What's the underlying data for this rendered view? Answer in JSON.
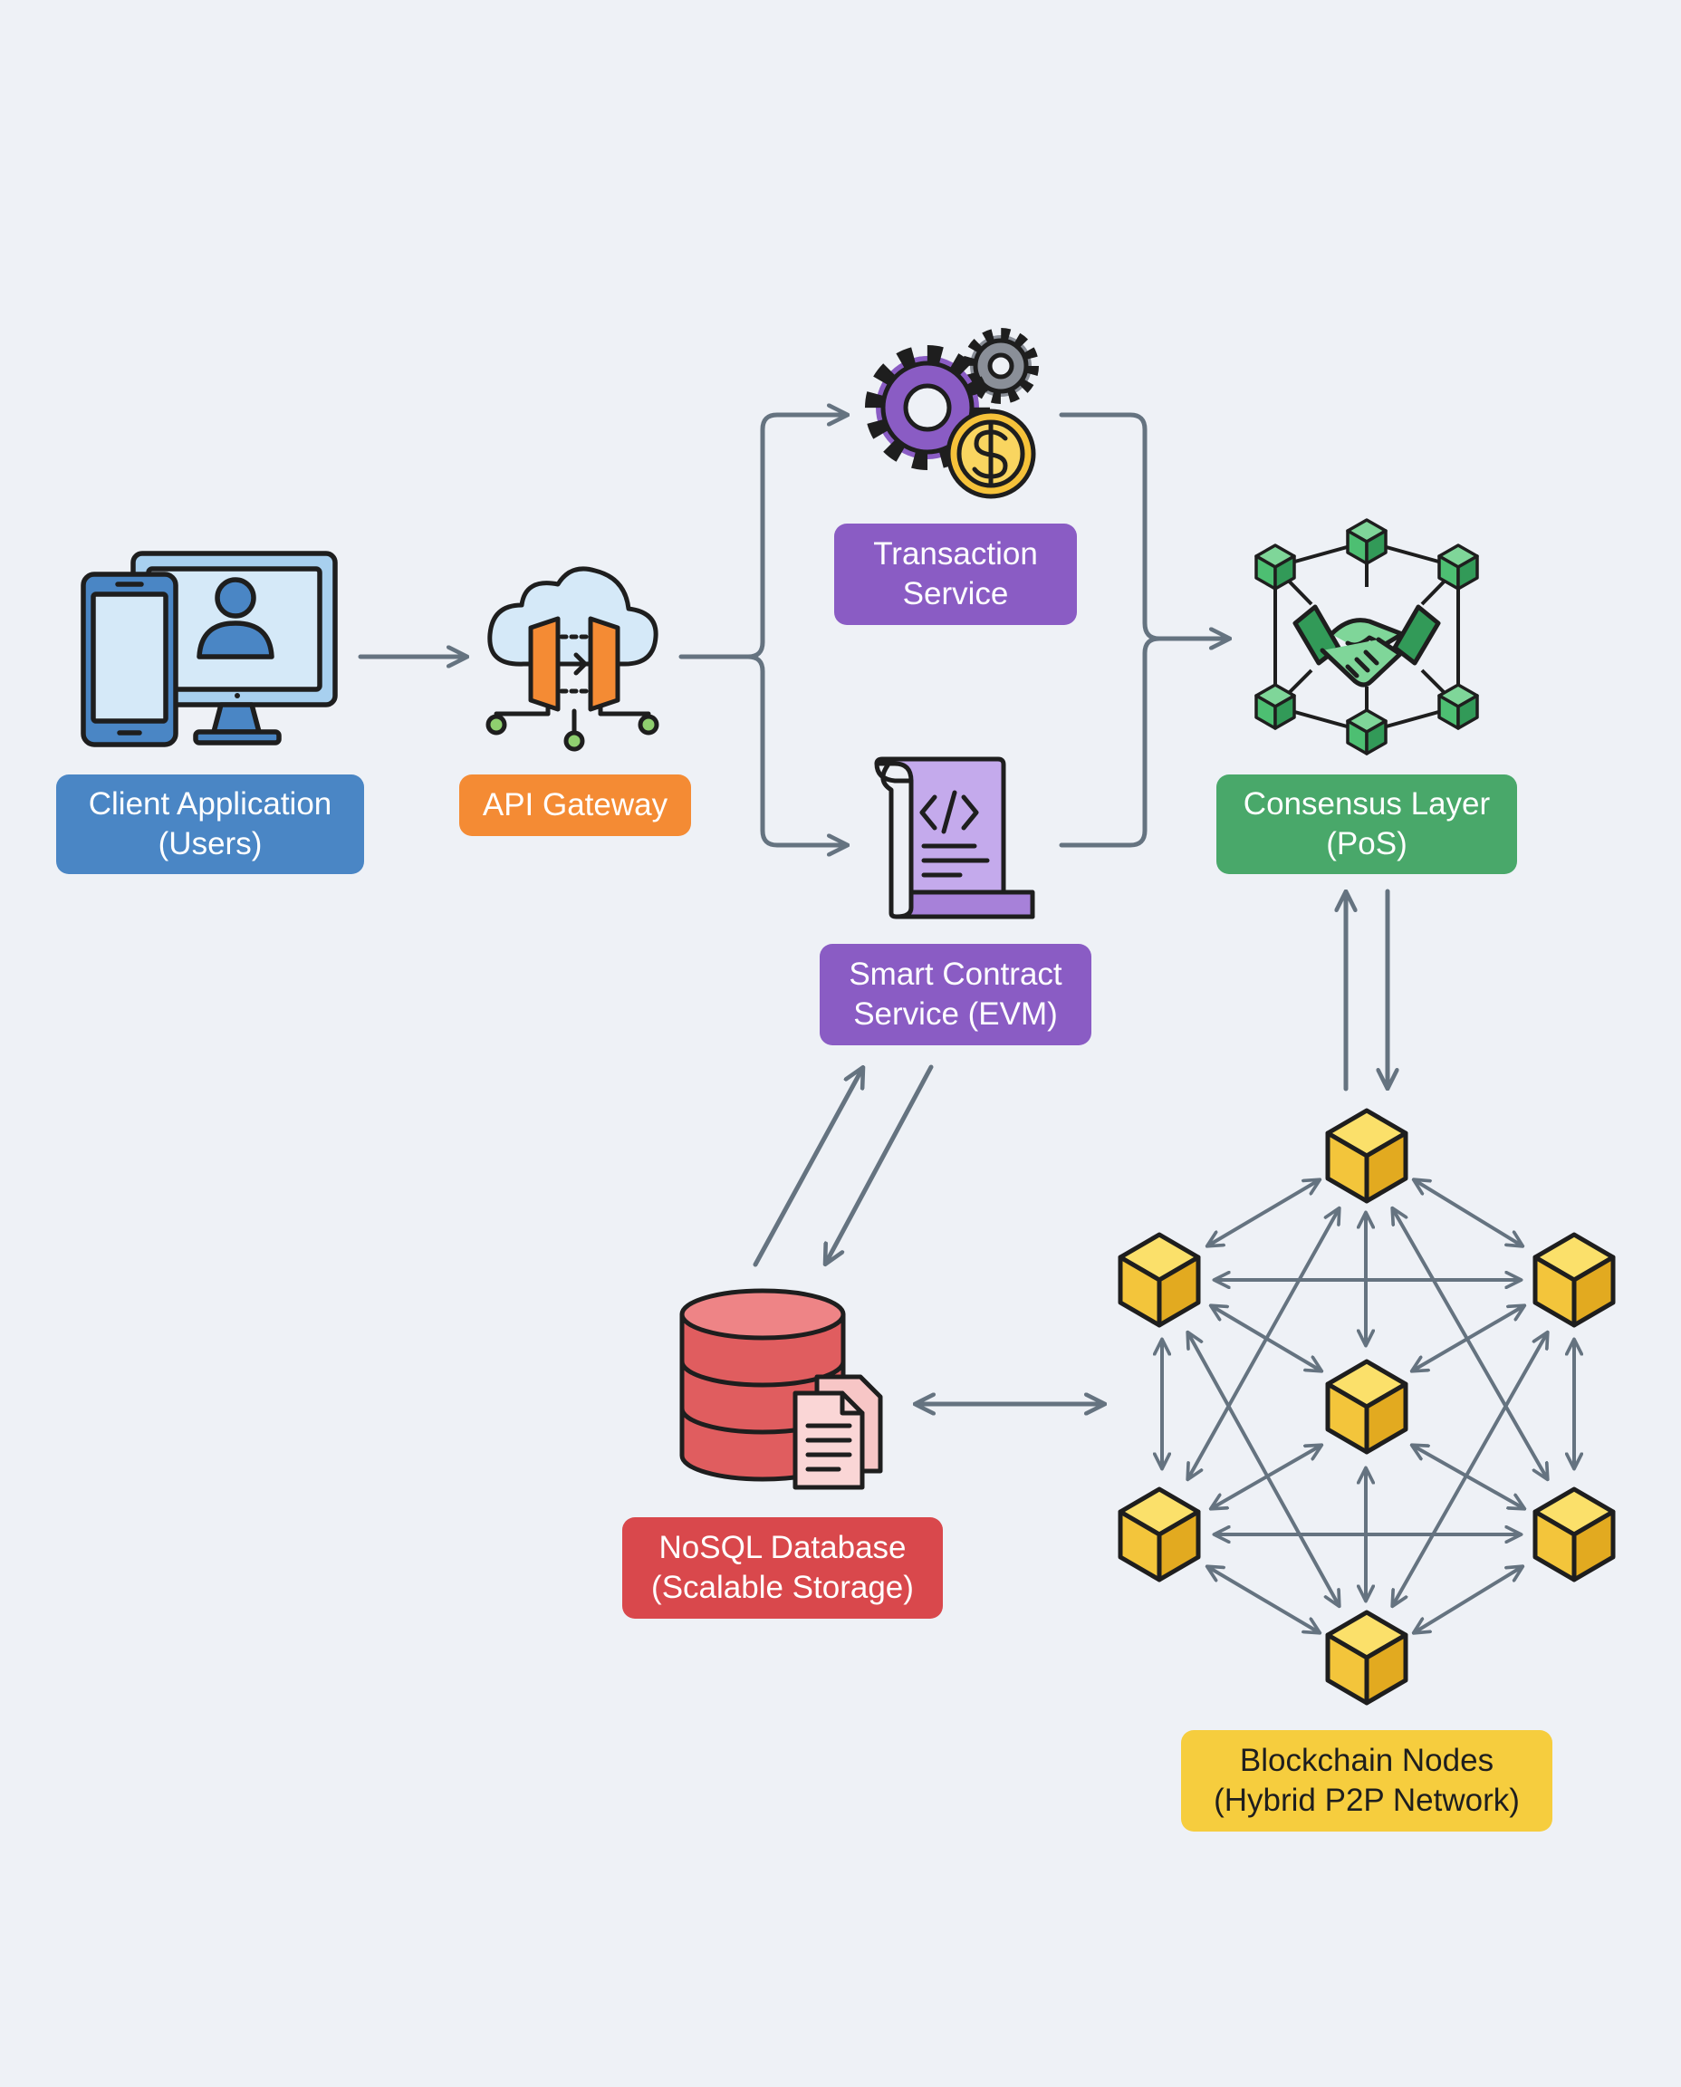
{
  "colors": {
    "background": "#eef1f6",
    "arrow": "#657380",
    "client": "#4a86c5",
    "gateway": "#f48b34",
    "service": "#8a5cc4",
    "consensus": "#49a86a",
    "database": "#d9484c",
    "nodes": "#f6cd3e"
  },
  "nodes": {
    "client": {
      "line1": "Client Application",
      "line2": "(Users)",
      "icon": "desktop-and-phone-user-icon"
    },
    "api_gateway": {
      "line1": "API Gateway",
      "icon": "cloud-gateway-icon"
    },
    "transaction": {
      "line1": "Transaction",
      "line2": "Service",
      "icon": "gears-and-coin-icon"
    },
    "smart_contract": {
      "line1": "Smart Contract",
      "line2": "Service (EVM)",
      "icon": "code-scroll-icon"
    },
    "consensus": {
      "line1": "Consensus Layer",
      "line2": "(PoS)",
      "icon": "handshake-network-icon"
    },
    "database": {
      "line1": "NoSQL Database",
      "line2": "(Scalable Storage)",
      "icon": "database-documents-icon"
    },
    "blockchain": {
      "line1": "Blockchain Nodes",
      "line2": "(Hybrid P2P Network)",
      "icon": "cube-mesh-network-icon"
    }
  },
  "connections": [
    {
      "from": "client",
      "to": "api_gateway",
      "direction": "one-way"
    },
    {
      "from": "api_gateway",
      "to": "transaction",
      "direction": "one-way"
    },
    {
      "from": "api_gateway",
      "to": "smart_contract",
      "direction": "one-way"
    },
    {
      "from": "transaction",
      "to": "consensus",
      "direction": "one-way"
    },
    {
      "from": "smart_contract",
      "to": "consensus",
      "direction": "one-way"
    },
    {
      "from": "consensus",
      "to": "blockchain",
      "direction": "two-way"
    },
    {
      "from": "smart_contract",
      "to": "database",
      "direction": "two-way"
    },
    {
      "from": "database",
      "to": "blockchain",
      "direction": "two-way"
    }
  ]
}
